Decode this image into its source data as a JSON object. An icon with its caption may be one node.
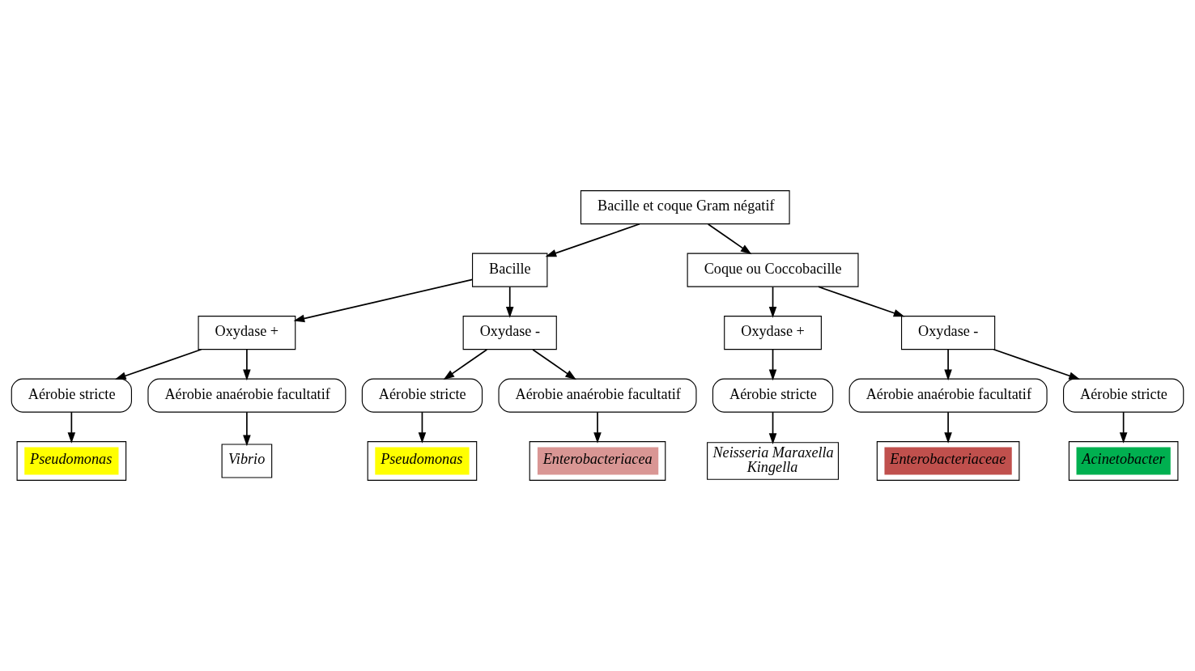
{
  "diagram": {
    "nodes": [
      {
        "text": [
          "Bacille et coque Gram négatif"
        ]
      },
      {
        "text": [
          "Bacille"
        ]
      },
      {
        "text": [
          "Coque ou Coccobacille"
        ]
      },
      {
        "text": [
          "Oxydase +"
        ]
      },
      {
        "text": [
          "Oxydase -"
        ]
      },
      {
        "text": [
          "Oxydase +"
        ]
      },
      {
        "text": [
          "Oxydase -"
        ]
      },
      {
        "text": [
          "Aérobie stricte"
        ]
      },
      {
        "text": [
          "Aérobie anaérobie facultatif"
        ]
      },
      {
        "text": [
          "Aérobie stricte"
        ]
      },
      {
        "text": [
          "Aérobie anaérobie facultatif"
        ]
      },
      {
        "text": [
          "Aérobie stricte"
        ]
      },
      {
        "text": [
          "Aérobie anaérobie facultatif"
        ]
      },
      {
        "text": [
          "Aérobie stricte"
        ]
      },
      {
        "text": [
          "Pseudomonas"
        ]
      },
      {
        "text": [
          "Vibrio"
        ]
      },
      {
        "text": [
          "Pseudomonas"
        ]
      },
      {
        "text": [
          "Enterobacteriacea"
        ]
      },
      {
        "text": [
          "Neisseria Maraxella",
          "Kingella"
        ]
      },
      {
        "text": [
          "Enterobacteriaceae"
        ]
      },
      {
        "text": [
          "Acinetobacter"
        ]
      }
    ],
    "edges": [
      {
        "from": 0,
        "to": 1,
        "arrow": "to"
      },
      {
        "from": 0,
        "to": 2,
        "arrow": "to"
      },
      {
        "from": 1,
        "to": 3,
        "arrow": "to"
      },
      {
        "from": 1,
        "to": 4,
        "arrow": "to"
      },
      {
        "from": 2,
        "to": 5,
        "arrow": "to"
      },
      {
        "from": 2,
        "to": 6,
        "arrow": "to"
      },
      {
        "from": 3,
        "to": 7,
        "arrow": "to"
      },
      {
        "from": 3,
        "to": 8,
        "arrow": "to"
      },
      {
        "from": 4,
        "to": 9,
        "arrow": "to"
      },
      {
        "from": 4,
        "to": 10,
        "arrow": "to"
      },
      {
        "from": 5,
        "to": 11,
        "arrow": "to"
      },
      {
        "from": 6,
        "to": 12,
        "arrow": "to"
      },
      {
        "from": 6,
        "to": 13,
        "arrow": "to"
      },
      {
        "from": 7,
        "to": 14,
        "arrow": "to"
      },
      {
        "from": 8,
        "to": 15,
        "arrow": "to"
      },
      {
        "from": 9,
        "to": 16,
        "arrow": "to"
      },
      {
        "from": 10,
        "to": 17,
        "arrow": "to"
      },
      {
        "from": 11,
        "to": 18,
        "arrow": "to"
      },
      {
        "from": 12,
        "to": 19,
        "arrow": "to"
      },
      {
        "from": 13,
        "to": 20,
        "arrow": "to"
      }
    ]
  }
}
